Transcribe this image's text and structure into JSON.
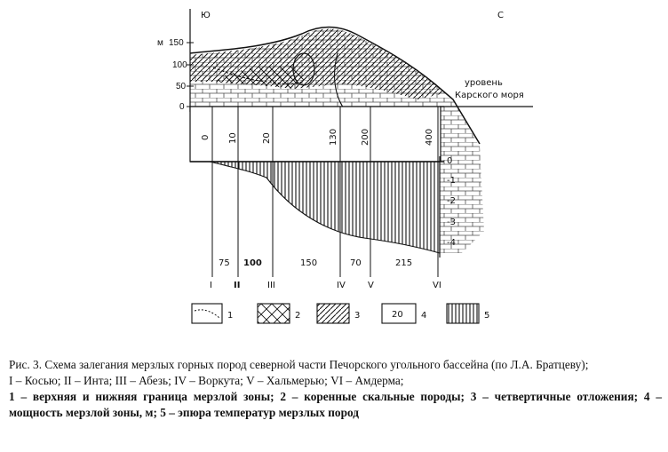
{
  "figure": {
    "compass": {
      "south": "Ю",
      "north": "С"
    },
    "y_axis": {
      "unit": "м",
      "ticks": [
        "150",
        "100",
        "50",
        "0"
      ]
    },
    "sea_level_label": [
      "уровень",
      "Карского моря"
    ],
    "thickness_values": [
      "0",
      "10",
      "20",
      "130",
      "200",
      "400"
    ],
    "distances": [
      "75",
      "100",
      "150",
      "70",
      "215"
    ],
    "stations": [
      "I",
      "II",
      "III",
      "IV",
      "V",
      "VI"
    ],
    "temperature_scale": [
      "0",
      "-1",
      "-2",
      "-3",
      "-4"
    ],
    "legend": [
      {
        "number": "1",
        "swatch": "curve"
      },
      {
        "number": "2",
        "swatch": "rock"
      },
      {
        "number": "3",
        "swatch": "diagonal"
      },
      {
        "number": "4",
        "swatch": "box",
        "value": "20"
      },
      {
        "number": "5",
        "swatch": "vertical"
      }
    ]
  },
  "caption": {
    "line1": "Рис. 3. Схема залегания мерзлых горных пород северной части Печорского угольного бассейна (по Л.А. Братцеву);",
    "line2": "I – Косью; II – Инта; III – Абезь;  IV – Воркута;  V – Хальмерью; VI – Амдерма;",
    "line3": "1 – верхняя и нижняя граница мерзлой зоны; 2 – коренные скальные породы; 3 – четвертичные отложения; 4 – мощность мерзлой зоны, м; 5 – эпюра температур мерзлых пород"
  }
}
